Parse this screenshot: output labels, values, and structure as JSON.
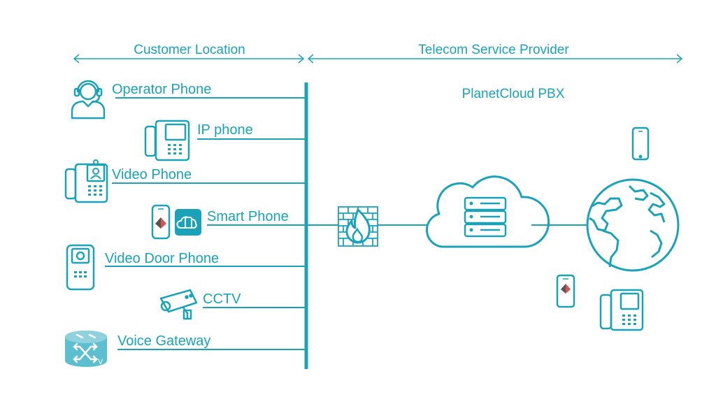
{
  "theme": {
    "accent": "#1aa3b8",
    "stroke": "#1aa3b8",
    "gateway_fill": "#5bbfcf",
    "app_icon_fill": "#1aa3b8",
    "background": "#ffffff"
  },
  "zones": {
    "customer": "Customer Location",
    "provider": "Telecom Service Provider"
  },
  "pbx": {
    "label": "PlanetCloud PBX"
  },
  "devices": [
    {
      "label": "Operator Phone",
      "icon": "operator-headset-icon"
    },
    {
      "label": "IP phone",
      "icon": "ip-desk-phone-icon"
    },
    {
      "label": "Video Phone",
      "icon": "video-desk-phone-icon"
    },
    {
      "label": "Smart Phone",
      "icon": "smartphone-app-icon"
    },
    {
      "label": "Video Door Phone",
      "icon": "video-door-phone-icon"
    },
    {
      "label": "CCTV",
      "icon": "cctv-camera-icon"
    },
    {
      "label": "Voice Gateway",
      "icon": "voice-gateway-router-icon"
    }
  ],
  "provider_icons": [
    "firewall-icon",
    "cloud-server-icon",
    "globe-icon",
    "smartphone-icon",
    "desk-phone-icon"
  ]
}
